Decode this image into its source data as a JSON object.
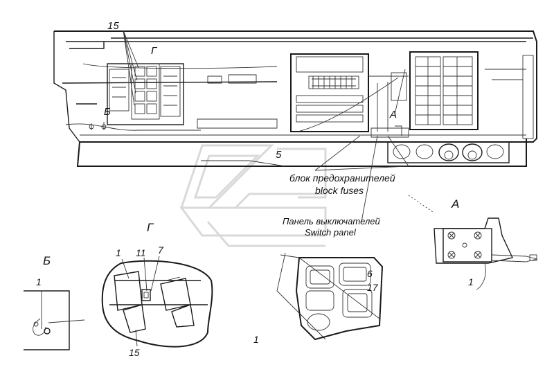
{
  "labels": {
    "callout_15_top": "15",
    "view_g_top": "Г",
    "view_b_top": "Б",
    "view_a_top": "А",
    "callout_5": "5",
    "fuse_block_ru": "блок предохранителей",
    "fuse_block_en": "block fuses",
    "switch_panel_ru": "Панель выключателей",
    "switch_panel_en": "Switch panel",
    "view_a_title": "А",
    "view_g_title": "Г",
    "view_b_title": "Б",
    "b_callout_1": "1",
    "g_callout_1": "1",
    "g_callout_11": "11",
    "g_callout_7": "7",
    "g_callout_15": "15",
    "sp_callout_6": "6",
    "sp_callout_17": "17",
    "sp_callout_1": "1",
    "a_callout_1": "1"
  },
  "colors": {
    "ink": "#1a1a1a",
    "watermark": "#d9d9d9",
    "background": "#ffffff"
  }
}
